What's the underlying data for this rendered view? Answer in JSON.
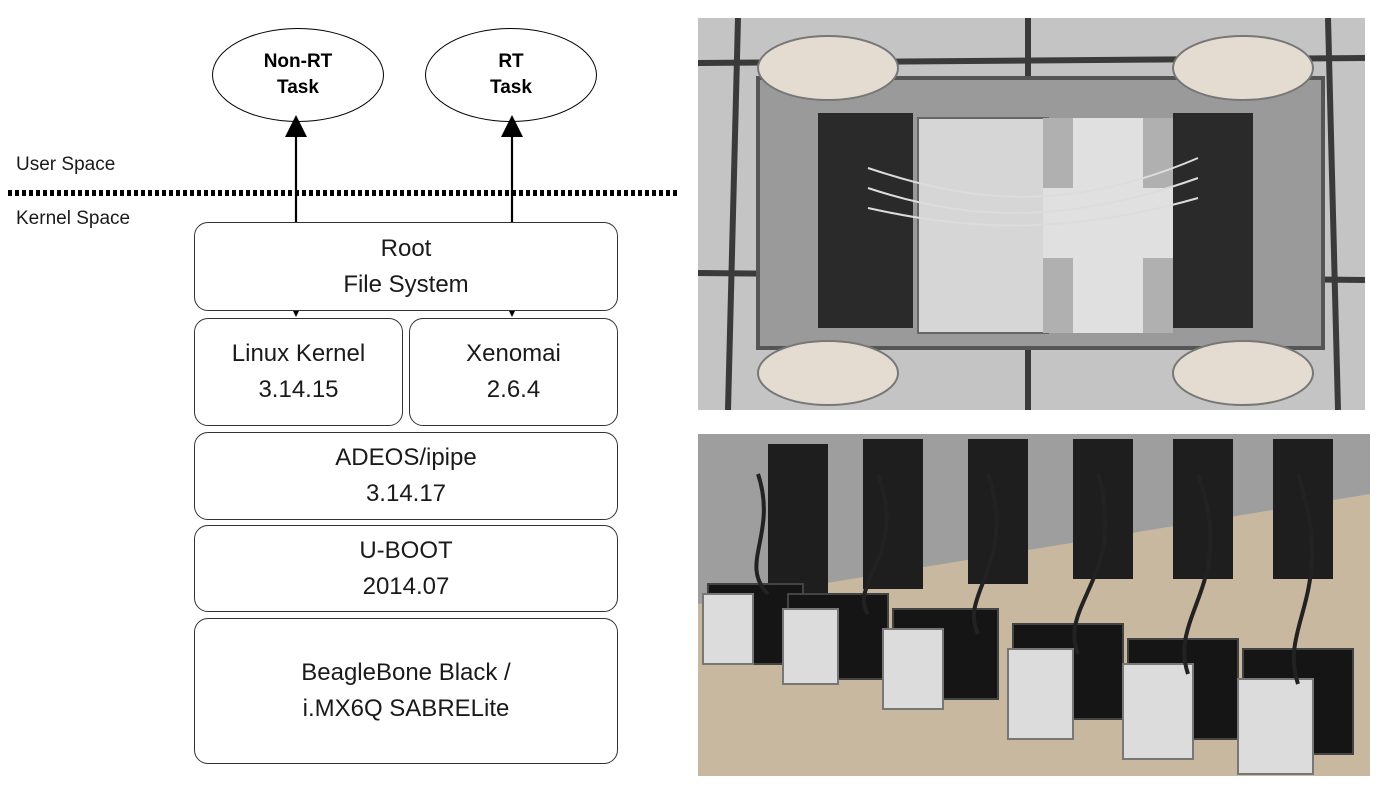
{
  "tasks": {
    "non_rt": {
      "line1": "Non-RT",
      "line2": "Task"
    },
    "rt": {
      "line1": "RT",
      "line2": "Task"
    }
  },
  "space_labels": {
    "user": "User Space",
    "kernel": "Kernel Space"
  },
  "layers": {
    "root_fs": {
      "line1": "Root",
      "line2": "File System"
    },
    "linux_kernel": {
      "line1": "Linux Kernel",
      "line2": "3.14.15"
    },
    "xenomai": {
      "line1": "Xenomai",
      "line2": "2.6.4"
    },
    "adeos": {
      "line1": "ADEOS/ipipe",
      "line2": "3.14.17"
    },
    "uboot": {
      "line1": "U-BOOT",
      "line2": "2014.07"
    },
    "board": {
      "line1": "BeagleBone Black /",
      "line2": "i.MX6Q SABRELite"
    }
  },
  "colors": {
    "photo_floor": "#bdbdbd",
    "photo_dark": "#1a1a1a",
    "photo_metal": "#d9d9d9"
  }
}
